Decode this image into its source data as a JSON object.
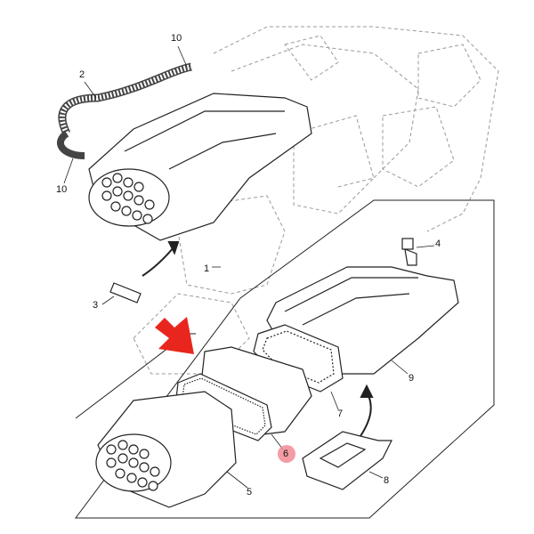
{
  "title": "Air filter assembly parts diagram",
  "highlight_color": "#f28b95",
  "arrow_color": "#e8261e",
  "callouts": {
    "c10a": "10",
    "c2": "2",
    "c10b": "10",
    "c3": "3",
    "c1": "1",
    "c4": "4",
    "c9": "9",
    "c7": "7",
    "c6": "6",
    "c5": "5",
    "c8": "8"
  },
  "highlighted_part": "6"
}
